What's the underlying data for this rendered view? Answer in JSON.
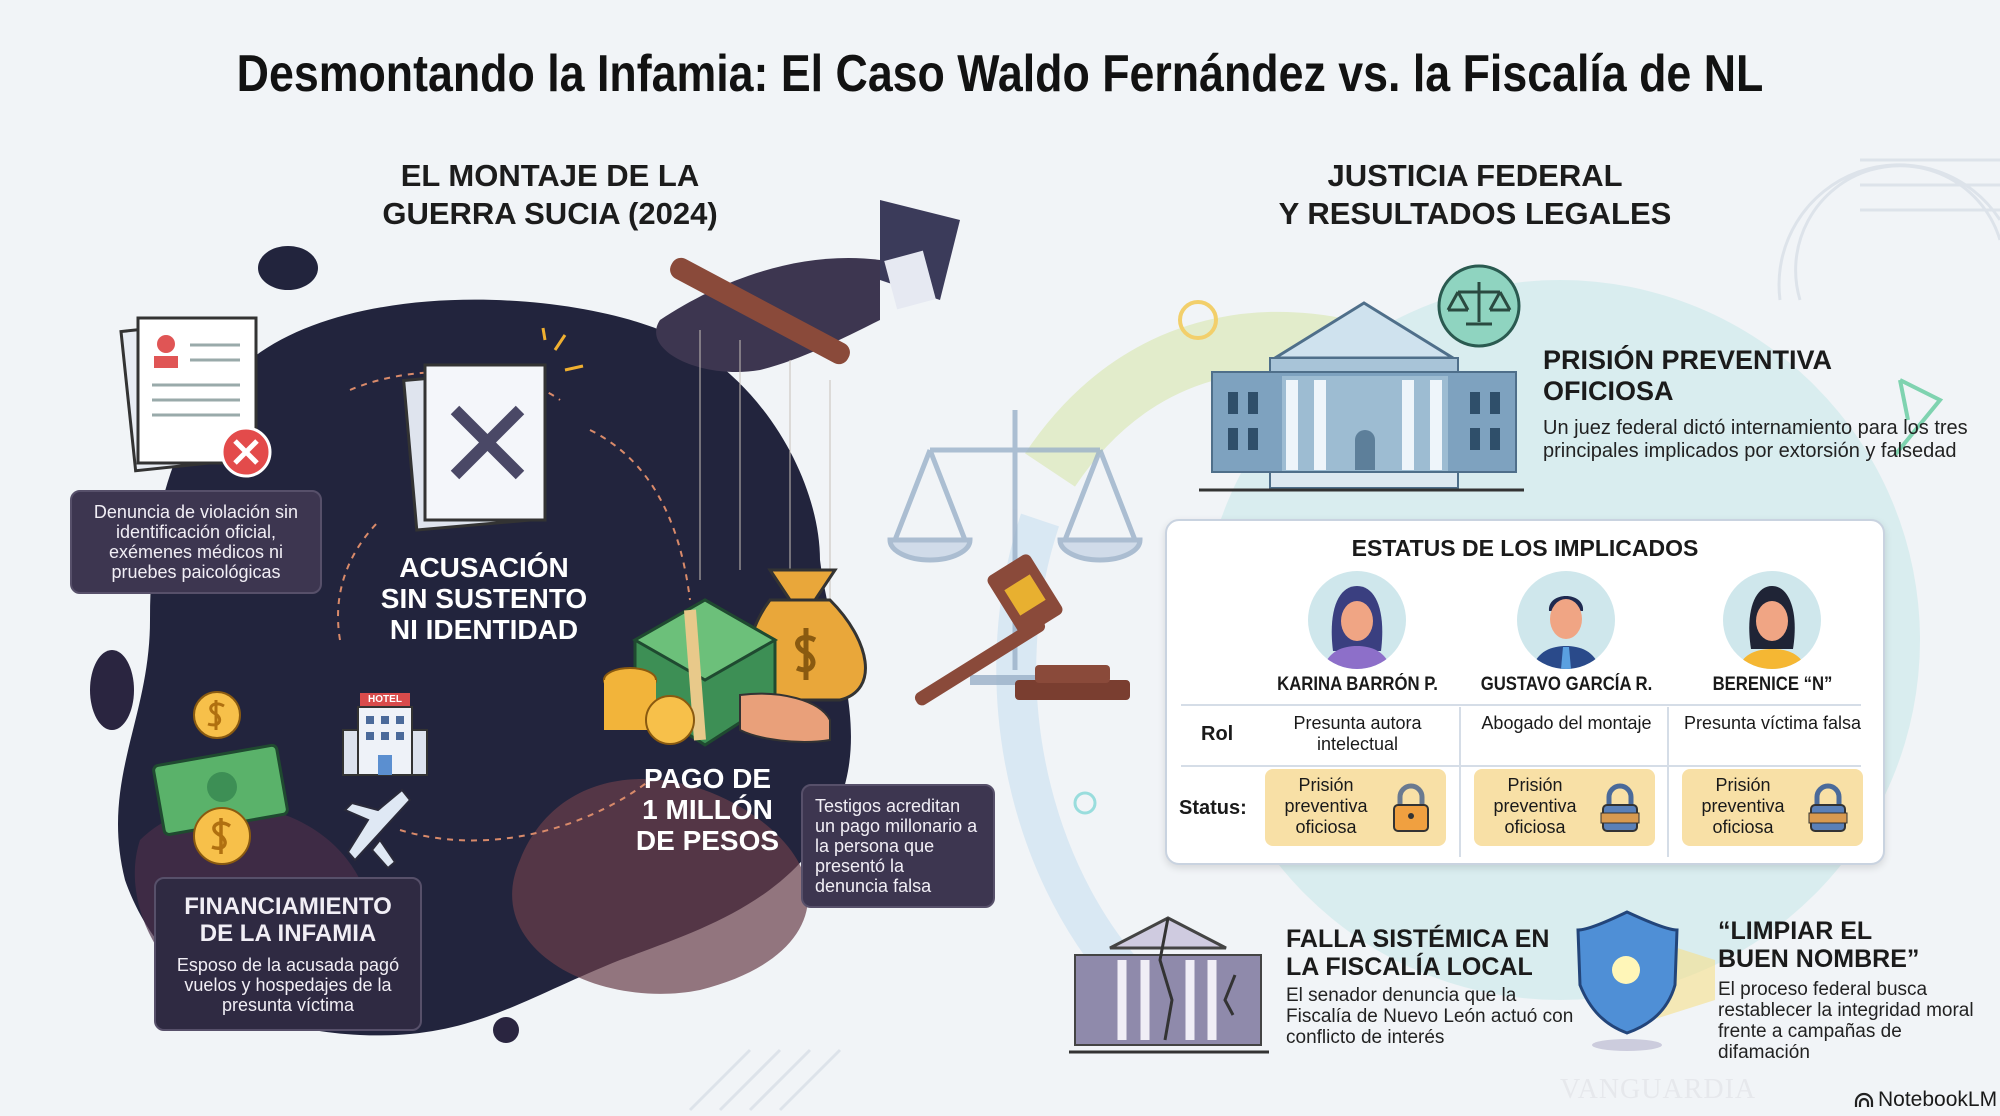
{
  "title": "Desmontando la Infamia: El Caso Waldo Fernández vs. la Fiscalía de NL",
  "left_section": {
    "heading_line1": "EL MONTAJE DE LA",
    "heading_line2": "GUERRA SUCIA (2024)",
    "callout_denuncia": "Denuncia de violación sin identificación oficial, exémenes médicos ni pruebes paicológicas",
    "acusacion": {
      "line1": "ACUSACIÓN",
      "line2": "SIN SUSTENTO",
      "line3": "NI IDENTIDAD"
    },
    "pago": {
      "line1": "PAGO DE",
      "line2": "1 MILLÓN",
      "line3": "DE PESOS"
    },
    "callout_testigos": "Testigos acreditan un pago millonario a la persona que presentó la denuncia falsa",
    "financiamiento": {
      "heading_line1": "FINANCIAMIENTO",
      "heading_line2": "DE LA INFAMIA",
      "body": "Esposo de la acusada pagó vuelos y hospedajes de la presunta víctima"
    },
    "hotel_sign": "HOTEL",
    "icons": [
      "document-rejected-icon",
      "document-x-icon",
      "money-bag-icon",
      "cash-stack-icon",
      "coins-icon",
      "hotel-icon",
      "airplane-icon",
      "puppeteer-hand-icon"
    ]
  },
  "right_section": {
    "heading_line1": "JUSTICIA FEDERAL",
    "heading_line2": "Y RESULTADOS LEGALES",
    "prision": {
      "heading_line1": "PRISIÓN PREVENTIVA",
      "heading_line2": "OFICIOSA",
      "body": "Un juez federal dictó internamiento para los tres principales implicados por extorsión y falsedad"
    },
    "table": {
      "title": "ESTATUS DE LOS IMPLICADOS",
      "row_label_role": "Rol",
      "row_label_status": "Status:",
      "people": [
        {
          "name": "KARINA BARRÓN P.",
          "role": "Presunta autora intelectual",
          "status": "Prisión preventiva oficiosa"
        },
        {
          "name": "GUSTAVO GARCÍA R.",
          "role": "Abogado del montaje",
          "status": "Prisión preventiva oficiosa"
        },
        {
          "name": "BERENICE “N”",
          "role": "Presunta víctima falsa",
          "status": "Prisión preventiva oficiosa"
        }
      ]
    },
    "falla": {
      "heading_line1": "FALLA SISTÉMICA EN",
      "heading_line2": "LA FISCALÍA LOCAL",
      "body": "El senador denuncia que la Fiscalía de Nuevo León actuó con conflicto de interés"
    },
    "limpiar": {
      "heading_line1": "“LIMPIAR EL",
      "heading_line2": "BUEN NOMBRE”",
      "body": "El proceso federal busca restablecer la integridad moral frente a campañas de difamación"
    }
  },
  "watermark": "VANGUARDIA",
  "brand": "NotebookLM",
  "colors": {
    "dark_blob": "#22243d",
    "callout": "#3d3650",
    "status_fill": "#f8e0a6",
    "teal_circle": "#cfe9ea"
  }
}
